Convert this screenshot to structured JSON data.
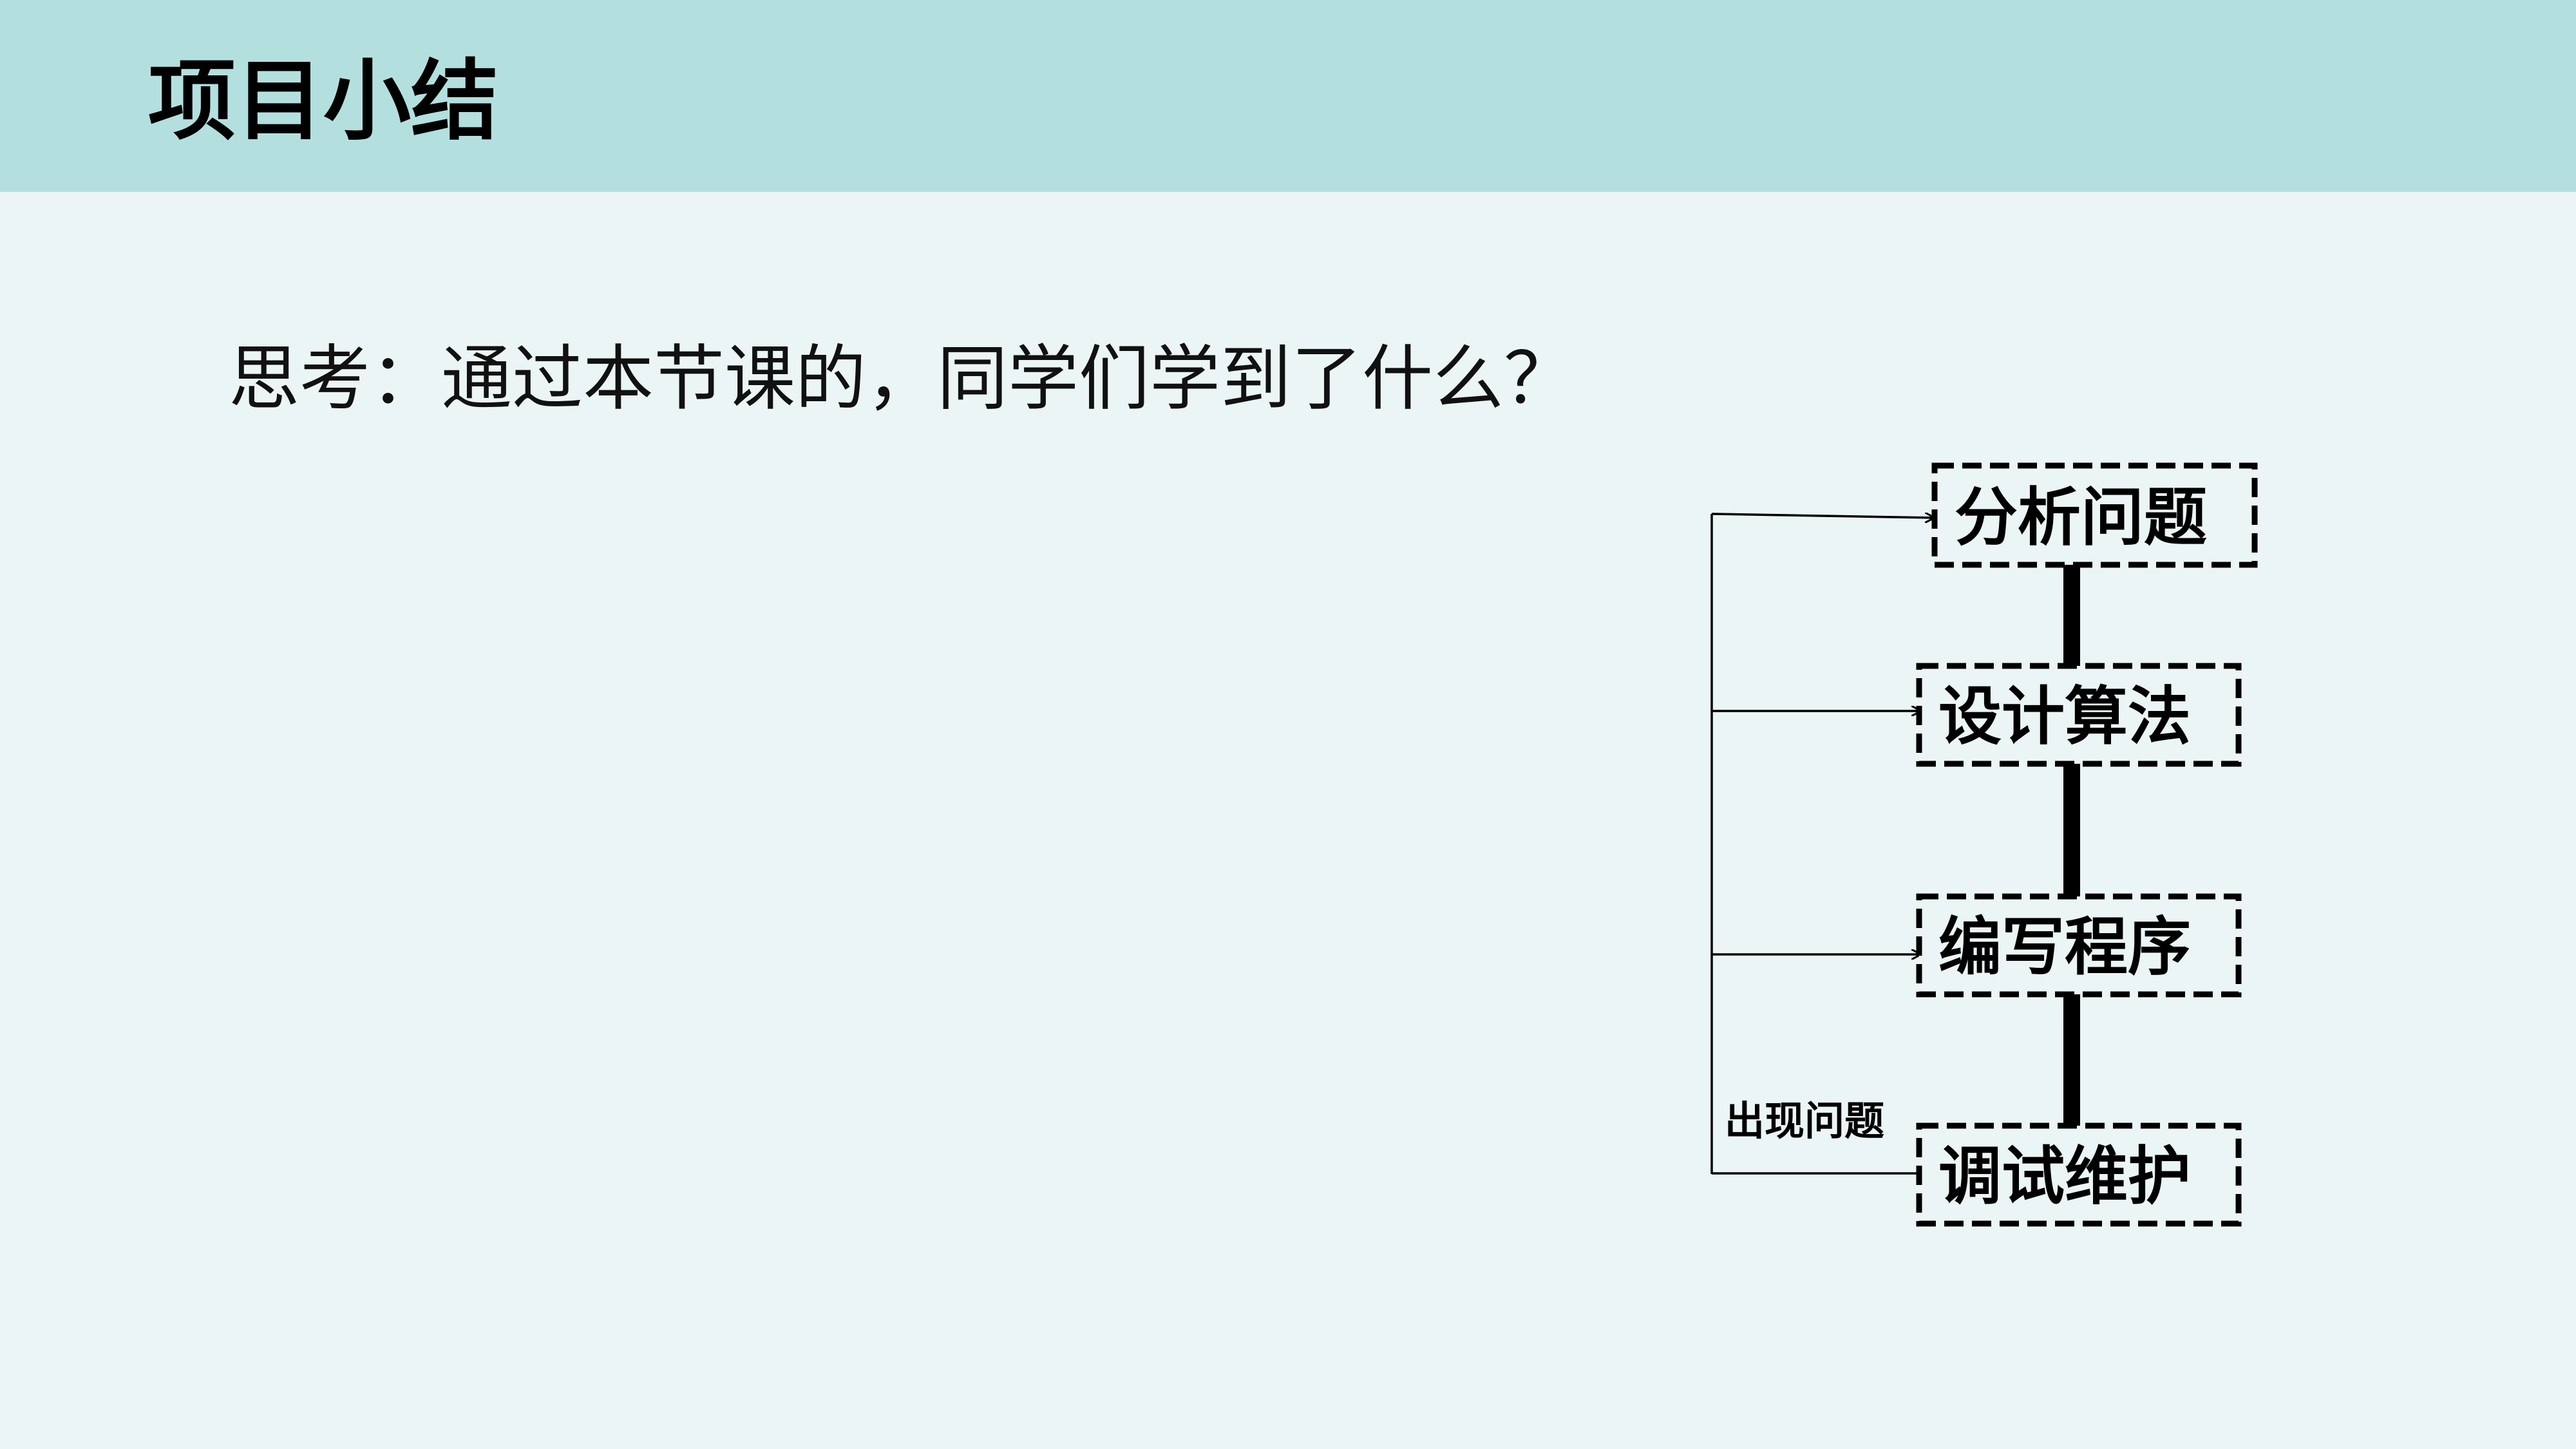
{
  "slide": {
    "title": "项目小结",
    "question": "思考：通过本节课的，同学们学到了什么？"
  },
  "diagram": {
    "steps": [
      {
        "label": "分析问题"
      },
      {
        "label": "设计算法"
      },
      {
        "label": "编写程序"
      },
      {
        "label": "调试维护"
      }
    ],
    "feedback_label": "出现问题"
  },
  "colors": {
    "header_bg": "#b3e0df",
    "page_bg": "#ebf5f5",
    "text": "#000000"
  }
}
